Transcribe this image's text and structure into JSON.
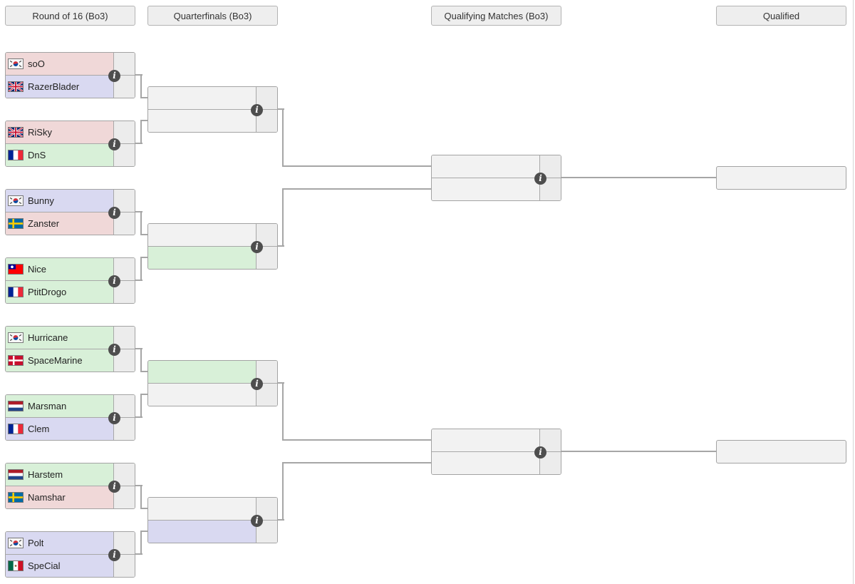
{
  "headers": [
    {
      "label": "Round of 16 (Bo3)"
    },
    {
      "label": "Quarterfinals (Bo3)"
    },
    {
      "label": "Qualifying Matches (Bo3)"
    },
    {
      "label": "Qualified"
    }
  ],
  "ui": {
    "info_icon_glyph": "i"
  },
  "colors": {
    "slot_pink": "#f0d8d8",
    "slot_blue": "#d9d9f1",
    "slot_green": "#d8f0d8",
    "slot_empty": "#f2f2f2",
    "score_cell": "#ececec",
    "box_border": "#a3a3a3",
    "connector": "#a6a6a6",
    "info_icon_bg": "#4e4e4e",
    "header_bg": "#eeeeee"
  },
  "round_of_16": [
    {
      "top": {
        "name": "soO",
        "flag": "kr",
        "country": "South Korea",
        "color": "pink",
        "score": ""
      },
      "bottom": {
        "name": "RazerBlader",
        "flag": "gb",
        "country": "United Kingdom",
        "color": "blue",
        "score": ""
      }
    },
    {
      "top": {
        "name": "RiSky",
        "flag": "gb",
        "country": "United Kingdom",
        "color": "pink",
        "score": ""
      },
      "bottom": {
        "name": "DnS",
        "flag": "fr",
        "country": "France",
        "color": "green",
        "score": ""
      }
    },
    {
      "top": {
        "name": "Bunny",
        "flag": "kr",
        "country": "South Korea",
        "color": "blue",
        "score": ""
      },
      "bottom": {
        "name": "Zanster",
        "flag": "se",
        "country": "Sweden",
        "color": "pink",
        "score": ""
      }
    },
    {
      "top": {
        "name": "Nice",
        "flag": "tw",
        "country": "Taiwan",
        "color": "green",
        "score": ""
      },
      "bottom": {
        "name": "PtitDrogo",
        "flag": "fr",
        "country": "France",
        "color": "green",
        "score": ""
      }
    },
    {
      "top": {
        "name": "Hurricane",
        "flag": "kr",
        "country": "South Korea",
        "color": "green",
        "score": ""
      },
      "bottom": {
        "name": "SpaceMarine",
        "flag": "dk",
        "country": "Denmark",
        "color": "green",
        "score": ""
      }
    },
    {
      "top": {
        "name": "Marsman",
        "flag": "nl",
        "country": "Netherlands",
        "color": "green",
        "score": ""
      },
      "bottom": {
        "name": "Clem",
        "flag": "fr",
        "country": "France",
        "color": "blue",
        "score": ""
      }
    },
    {
      "top": {
        "name": "Harstem",
        "flag": "nl",
        "country": "Netherlands",
        "color": "green",
        "score": ""
      },
      "bottom": {
        "name": "Namshar",
        "flag": "se",
        "country": "Sweden",
        "color": "pink",
        "score": ""
      }
    },
    {
      "top": {
        "name": "Polt",
        "flag": "kr",
        "country": "South Korea",
        "color": "blue",
        "score": ""
      },
      "bottom": {
        "name": "SpeCial",
        "flag": "mx",
        "country": "Mexico",
        "color": "blue",
        "score": ""
      }
    }
  ],
  "quarterfinals": [
    {
      "top": {
        "name": "",
        "color": "empty",
        "score": ""
      },
      "bottom": {
        "name": "",
        "color": "empty",
        "score": ""
      }
    },
    {
      "top": {
        "name": "",
        "color": "empty",
        "score": ""
      },
      "bottom": {
        "name": "",
        "color": "green",
        "score": ""
      }
    },
    {
      "top": {
        "name": "",
        "color": "green",
        "score": ""
      },
      "bottom": {
        "name": "",
        "color": "empty",
        "score": ""
      }
    },
    {
      "top": {
        "name": "",
        "color": "empty",
        "score": ""
      },
      "bottom": {
        "name": "",
        "color": "blue",
        "score": ""
      }
    }
  ],
  "qualifying_matches": [
    {
      "top": {
        "name": "",
        "color": "empty",
        "score": ""
      },
      "bottom": {
        "name": "",
        "color": "empty",
        "score": ""
      }
    },
    {
      "top": {
        "name": "",
        "color": "empty",
        "score": ""
      },
      "bottom": {
        "name": "",
        "color": "empty",
        "score": ""
      }
    }
  ],
  "qualified": [
    {
      "name": ""
    },
    {
      "name": ""
    }
  ]
}
